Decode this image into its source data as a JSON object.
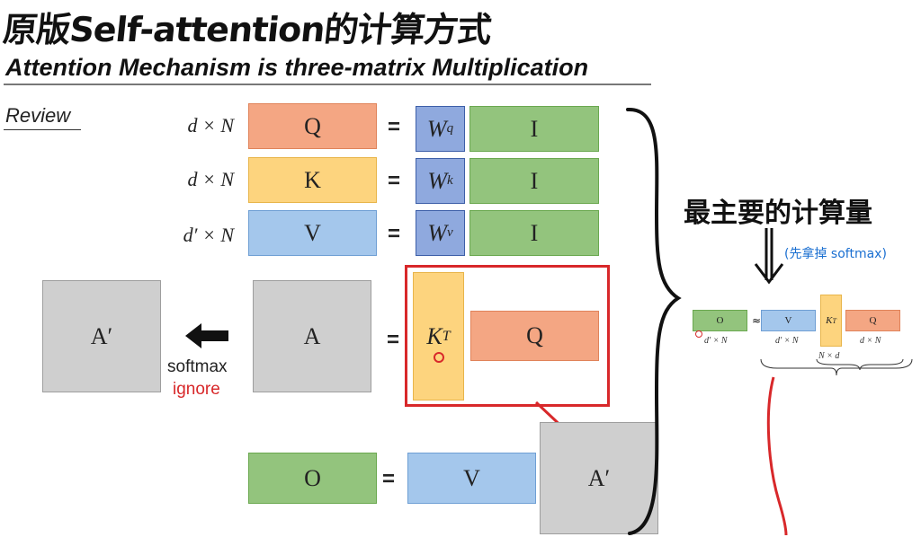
{
  "handwritten": {
    "title": "原版Self-attention的计算方式",
    "note": "最主要的计算量",
    "subnote": "(先拿掉 softmax)"
  },
  "slide": {
    "title": "Attention Mechanism is three-matrix Multiplication",
    "review": "Review",
    "rows": [
      {
        "dim": "d × N",
        "lhs": "Q",
        "eq": "=",
        "w": "W",
        "w_sup": "q",
        "rhs": "I"
      },
      {
        "dim": "d × N",
        "lhs": "K",
        "eq": "=",
        "w": "W",
        "w_sup": "k",
        "rhs": "I"
      },
      {
        "dim": "d′ × N",
        "lhs": "V",
        "eq": "=",
        "w": "W",
        "w_sup": "v",
        "rhs": "I"
      }
    ],
    "a_prime_left": "A′",
    "softmax": "softmax",
    "ignore": "ignore",
    "a": "A",
    "eq2": "=",
    "kt_base": "K",
    "kt_sup": "T",
    "q2": "Q",
    "o": "O",
    "eq3": "=",
    "v2": "V",
    "a_prime_bottom": "A′"
  },
  "mini": {
    "o": "O",
    "o_dim": "d′ × N",
    "approx": "≈",
    "v": "V",
    "v_dim": "d′ × N",
    "kt_base": "K",
    "kt_sup": "T",
    "kt_dim": "N × d",
    "q": "Q",
    "q_dim": "d × N"
  },
  "colors": {
    "orange": "#f4a683",
    "yellow": "#fdd47e",
    "blue": "#a4c7ec",
    "green": "#93c47d",
    "w_blue": "#8fa9de",
    "gray": "#cfcfcf",
    "red": "#d8282a",
    "handwriting_blue": "#1a6fd1"
  }
}
